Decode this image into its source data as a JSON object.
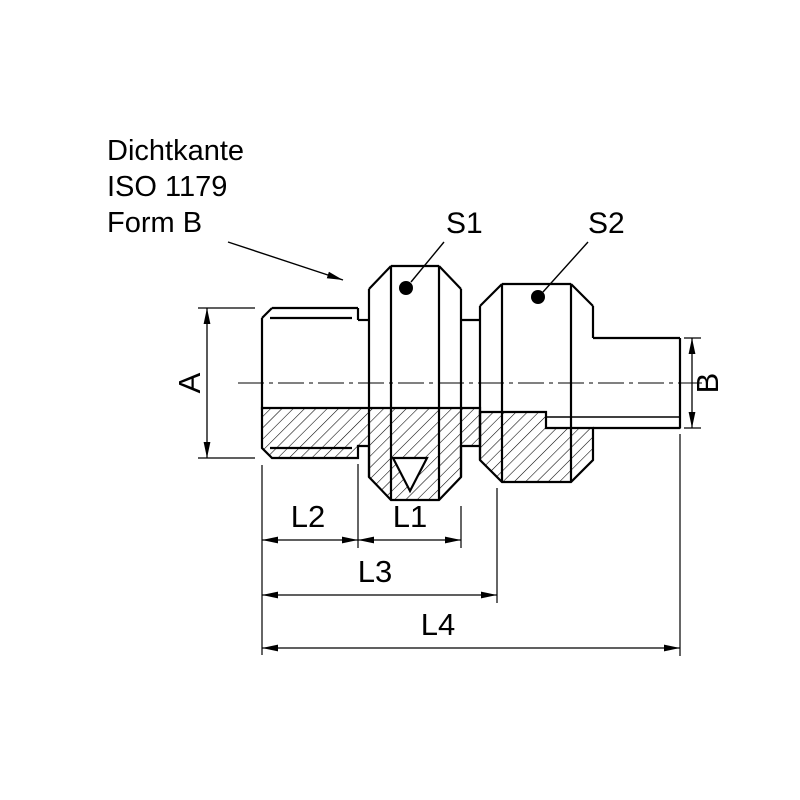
{
  "diagram": {
    "note": {
      "line1": "Dichtkante",
      "line2": "ISO 1179",
      "line3": "Form B"
    },
    "labels": {
      "s1": "S1",
      "s2": "S2",
      "dim_a": "A",
      "dim_b": "B",
      "dim_l1": "L1",
      "dim_l2": "L2",
      "dim_l3": "L3",
      "dim_l4": "L4"
    },
    "colors": {
      "line": "#000000",
      "background": "#ffffff"
    }
  }
}
